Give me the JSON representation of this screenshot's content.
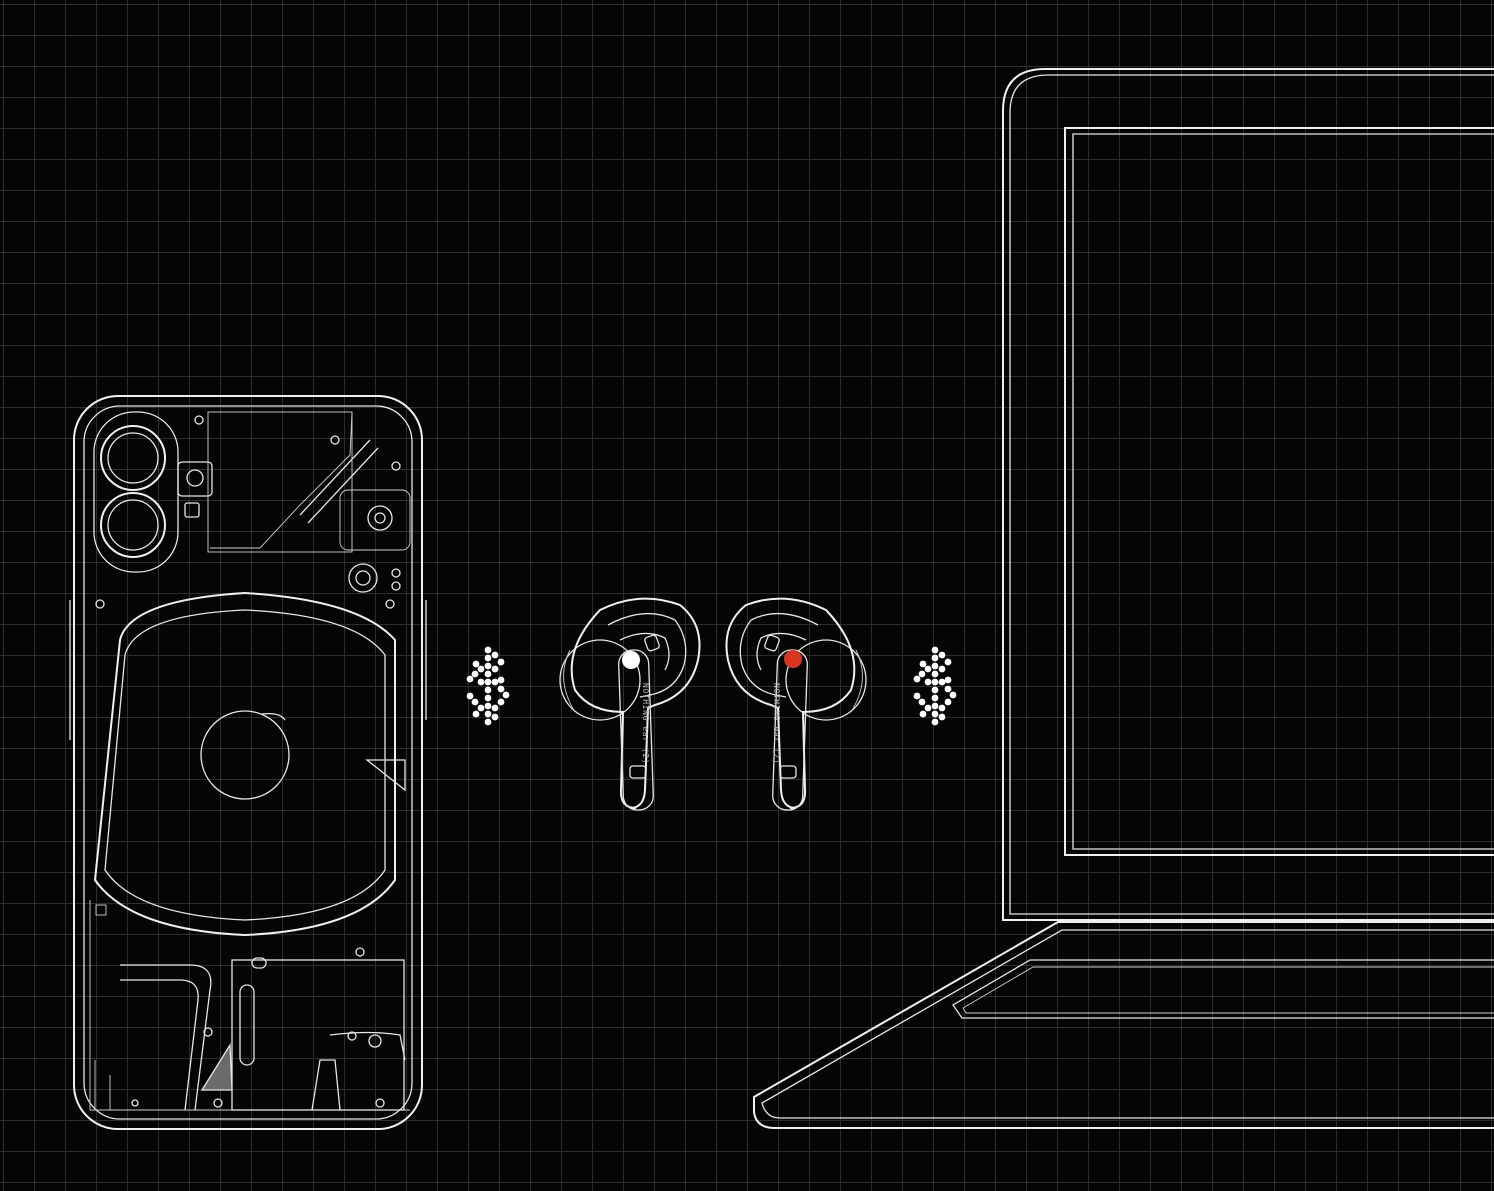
{
  "earbuds": {
    "left_label": "NOTHING ear (2)",
    "right_label": "NOTHING ear (2)"
  },
  "colors": {
    "background": "#050505",
    "grid": "#2d2d2d",
    "line": "#e6e6e6",
    "left_indicator": "#ffffff",
    "right_indicator": "#d9351f"
  },
  "icons": [
    "phone-outline",
    "bluetooth-dot-icon",
    "earbuds",
    "laptop-outline"
  ]
}
